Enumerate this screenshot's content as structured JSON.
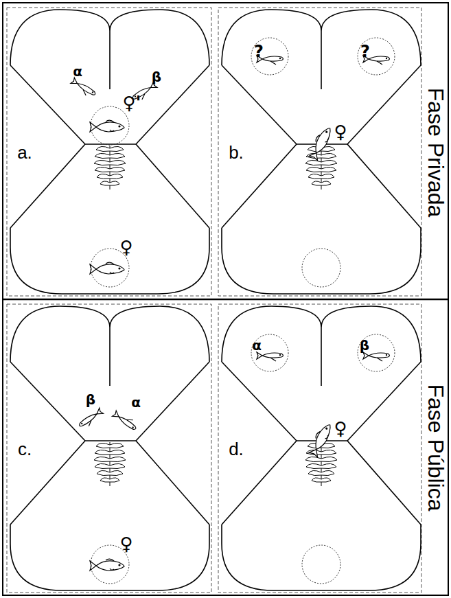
{
  "diagram": {
    "labels": [
      "a.",
      "α",
      "β",
      "♀'",
      "♀",
      "b.",
      "?",
      "?",
      "♀",
      "c.",
      "β",
      "α",
      "♀",
      "d.",
      "α",
      "β",
      "♀",
      "Fase Privada",
      "Fase Pública"
    ]
  }
}
